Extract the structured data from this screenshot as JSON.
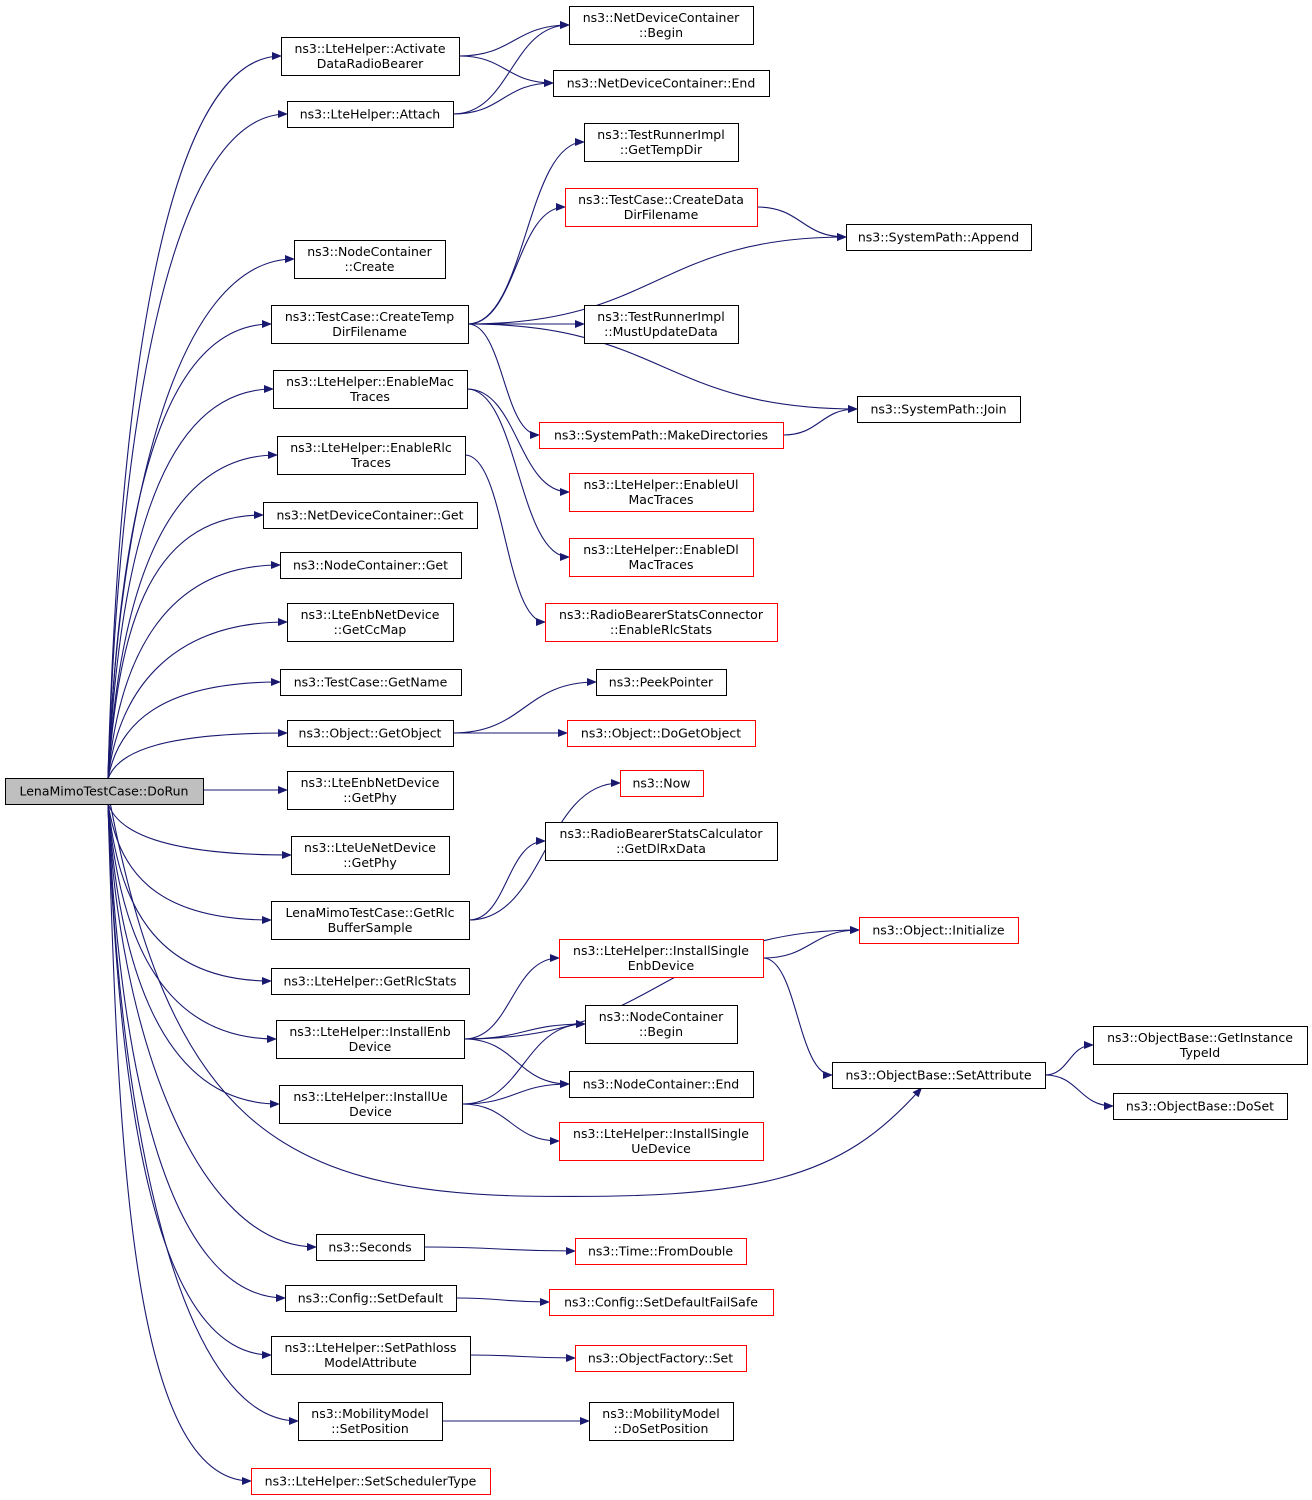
{
  "nodes": [
    {
      "id": "root",
      "lines": [
        "LenaMimoTestCase::DoRun"
      ],
      "style": "root"
    },
    {
      "id": "activate",
      "lines": [
        "ns3::LteHelper::Activate",
        "DataRadioBearer"
      ],
      "style": "black"
    },
    {
      "id": "attach",
      "lines": [
        "ns3::LteHelper::Attach"
      ],
      "style": "black"
    },
    {
      "id": "ndcBegin",
      "lines": [
        "ns3::NetDeviceContainer",
        "::Begin"
      ],
      "style": "black"
    },
    {
      "id": "ndcEnd",
      "lines": [
        "ns3::NetDeviceContainer::End"
      ],
      "style": "black"
    },
    {
      "id": "ncCreate",
      "lines": [
        "ns3::NodeContainer",
        "::Create"
      ],
      "style": "black"
    },
    {
      "id": "createTemp",
      "lines": [
        "ns3::TestCase::CreateTemp",
        "DirFilename"
      ],
      "style": "black"
    },
    {
      "id": "getTempDir",
      "lines": [
        "ns3::TestRunnerImpl",
        "::GetTempDir"
      ],
      "style": "black"
    },
    {
      "id": "createData",
      "lines": [
        "ns3::TestCase::CreateData",
        "DirFilename"
      ],
      "style": "red"
    },
    {
      "id": "append",
      "lines": [
        "ns3::SystemPath::Append"
      ],
      "style": "black"
    },
    {
      "id": "mustUpdate",
      "lines": [
        "ns3::TestRunnerImpl",
        "::MustUpdateData"
      ],
      "style": "black"
    },
    {
      "id": "join",
      "lines": [
        "ns3::SystemPath::Join"
      ],
      "style": "black"
    },
    {
      "id": "makeDirs",
      "lines": [
        "ns3::SystemPath::MakeDirectories"
      ],
      "style": "red"
    },
    {
      "id": "enableMac",
      "lines": [
        "ns3::LteHelper::EnableMac",
        "Traces"
      ],
      "style": "black"
    },
    {
      "id": "enableUlMac",
      "lines": [
        "ns3::LteHelper::EnableUl",
        "MacTraces"
      ],
      "style": "red"
    },
    {
      "id": "enableDlMac",
      "lines": [
        "ns3::LteHelper::EnableDl",
        "MacTraces"
      ],
      "style": "red"
    },
    {
      "id": "enableRlc",
      "lines": [
        "ns3::LteHelper::EnableRlc",
        "Traces"
      ],
      "style": "black"
    },
    {
      "id": "rbsEnableRlc",
      "lines": [
        "ns3::RadioBearerStatsConnector",
        "::EnableRlcStats"
      ],
      "style": "red"
    },
    {
      "id": "ndcGet",
      "lines": [
        "ns3::NetDeviceContainer::Get"
      ],
      "style": "black"
    },
    {
      "id": "ncGet",
      "lines": [
        "ns3::NodeContainer::Get"
      ],
      "style": "black"
    },
    {
      "id": "getCcMap",
      "lines": [
        "ns3::LteEnbNetDevice",
        "::GetCcMap"
      ],
      "style": "black"
    },
    {
      "id": "getName",
      "lines": [
        "ns3::TestCase::GetName"
      ],
      "style": "black"
    },
    {
      "id": "getObject",
      "lines": [
        "ns3::Object::GetObject"
      ],
      "style": "black"
    },
    {
      "id": "peekPointer",
      "lines": [
        "ns3::PeekPointer"
      ],
      "style": "black"
    },
    {
      "id": "doGetObject",
      "lines": [
        "ns3::Object::DoGetObject"
      ],
      "style": "red"
    },
    {
      "id": "enbGetPhy",
      "lines": [
        "ns3::LteEnbNetDevice",
        "::GetPhy"
      ],
      "style": "black"
    },
    {
      "id": "now",
      "lines": [
        "ns3::Now"
      ],
      "style": "red"
    },
    {
      "id": "ueGetPhy",
      "lines": [
        "ns3::LteUeNetDevice",
        "::GetPhy"
      ],
      "style": "black"
    },
    {
      "id": "getDlRx",
      "lines": [
        "ns3::RadioBearerStatsCalculator",
        "::GetDlRxData"
      ],
      "style": "black"
    },
    {
      "id": "getRlcBuf",
      "lines": [
        "LenaMimoTestCase::GetRlc",
        "BufferSample"
      ],
      "style": "black"
    },
    {
      "id": "initialize",
      "lines": [
        "ns3::Object::Initialize"
      ],
      "style": "red"
    },
    {
      "id": "installSingleEnb",
      "lines": [
        "ns3::LteHelper::InstallSingle",
        "EnbDevice"
      ],
      "style": "red"
    },
    {
      "id": "getRlcStats",
      "lines": [
        "ns3::LteHelper::GetRlcStats"
      ],
      "style": "black"
    },
    {
      "id": "installEnb",
      "lines": [
        "ns3::LteHelper::InstallEnb",
        "Device"
      ],
      "style": "black"
    },
    {
      "id": "ncBegin",
      "lines": [
        "ns3::NodeContainer",
        "::Begin"
      ],
      "style": "black"
    },
    {
      "id": "getInstanceTypeId",
      "lines": [
        "ns3::ObjectBase::GetInstance",
        "TypeId"
      ],
      "style": "black"
    },
    {
      "id": "setAttribute",
      "lines": [
        "ns3::ObjectBase::SetAttribute"
      ],
      "style": "black"
    },
    {
      "id": "ncEnd",
      "lines": [
        "ns3::NodeContainer::End"
      ],
      "style": "black"
    },
    {
      "id": "installUe",
      "lines": [
        "ns3::LteHelper::InstallUe",
        "Device"
      ],
      "style": "black"
    },
    {
      "id": "doSet",
      "lines": [
        "ns3::ObjectBase::DoSet"
      ],
      "style": "black"
    },
    {
      "id": "installSingleUe",
      "lines": [
        "ns3::LteHelper::InstallSingle",
        "UeDevice"
      ],
      "style": "red"
    },
    {
      "id": "seconds",
      "lines": [
        "ns3::Seconds"
      ],
      "style": "black"
    },
    {
      "id": "fromDouble",
      "lines": [
        "ns3::Time::FromDouble"
      ],
      "style": "red"
    },
    {
      "id": "setDefault",
      "lines": [
        "ns3::Config::SetDefault"
      ],
      "style": "black"
    },
    {
      "id": "setDefaultFailSafe",
      "lines": [
        "ns3::Config::SetDefaultFailSafe"
      ],
      "style": "red"
    },
    {
      "id": "setPathloss",
      "lines": [
        "ns3::LteHelper::SetPathloss",
        "ModelAttribute"
      ],
      "style": "black"
    },
    {
      "id": "objFactorySet",
      "lines": [
        "ns3::ObjectFactory::Set"
      ],
      "style": "red"
    },
    {
      "id": "setPosition",
      "lines": [
        "ns3::MobilityModel",
        "::SetPosition"
      ],
      "style": "black"
    },
    {
      "id": "doSetPosition",
      "lines": [
        "ns3::MobilityModel",
        "::DoSetPosition"
      ],
      "style": "black"
    },
    {
      "id": "setScheduler",
      "lines": [
        "ns3::LteHelper::SetSchedulerType"
      ],
      "style": "red"
    }
  ],
  "edges": [
    [
      "root",
      "activate"
    ],
    [
      "root",
      "attach"
    ],
    [
      "root",
      "ncCreate"
    ],
    [
      "root",
      "createTemp"
    ],
    [
      "root",
      "enableMac"
    ],
    [
      "root",
      "enableRlc"
    ],
    [
      "root",
      "ndcGet"
    ],
    [
      "root",
      "ncGet"
    ],
    [
      "root",
      "getCcMap"
    ],
    [
      "root",
      "getName"
    ],
    [
      "root",
      "getObject"
    ],
    [
      "root",
      "enbGetPhy"
    ],
    [
      "root",
      "ueGetPhy"
    ],
    [
      "root",
      "getRlcBuf"
    ],
    [
      "root",
      "getRlcStats"
    ],
    [
      "root",
      "installEnb"
    ],
    [
      "root",
      "installUe"
    ],
    [
      "root",
      "setAttribute"
    ],
    [
      "root",
      "seconds"
    ],
    [
      "root",
      "setDefault"
    ],
    [
      "root",
      "setPathloss"
    ],
    [
      "root",
      "setPosition"
    ],
    [
      "root",
      "setScheduler"
    ],
    [
      "activate",
      "ndcBegin"
    ],
    [
      "activate",
      "ndcEnd"
    ],
    [
      "attach",
      "ndcBegin"
    ],
    [
      "attach",
      "ndcEnd"
    ],
    [
      "createTemp",
      "getTempDir"
    ],
    [
      "createTemp",
      "createData"
    ],
    [
      "createTemp",
      "append"
    ],
    [
      "createTemp",
      "mustUpdate"
    ],
    [
      "createTemp",
      "join"
    ],
    [
      "createTemp",
      "makeDirs"
    ],
    [
      "createData",
      "append"
    ],
    [
      "makeDirs",
      "join"
    ],
    [
      "enableMac",
      "enableUlMac"
    ],
    [
      "enableMac",
      "enableDlMac"
    ],
    [
      "enableRlc",
      "rbsEnableRlc"
    ],
    [
      "getObject",
      "peekPointer"
    ],
    [
      "getObject",
      "doGetObject"
    ],
    [
      "getRlcBuf",
      "now"
    ],
    [
      "getRlcBuf",
      "getDlRx"
    ],
    [
      "installEnb",
      "initialize"
    ],
    [
      "installEnb",
      "installSingleEnb"
    ],
    [
      "installEnb",
      "ncBegin"
    ],
    [
      "installEnb",
      "ncEnd"
    ],
    [
      "installSingleEnb",
      "initialize"
    ],
    [
      "installSingleEnb",
      "setAttribute"
    ],
    [
      "installUe",
      "ncBegin"
    ],
    [
      "installUe",
      "ncEnd"
    ],
    [
      "installUe",
      "installSingleUe"
    ],
    [
      "setAttribute",
      "getInstanceTypeId"
    ],
    [
      "setAttribute",
      "doSet"
    ],
    [
      "seconds",
      "fromDouble"
    ],
    [
      "setDefault",
      "setDefaultFailSafe"
    ],
    [
      "setPathloss",
      "objFactorySet"
    ],
    [
      "setPosition",
      "doSetPosition"
    ]
  ]
}
